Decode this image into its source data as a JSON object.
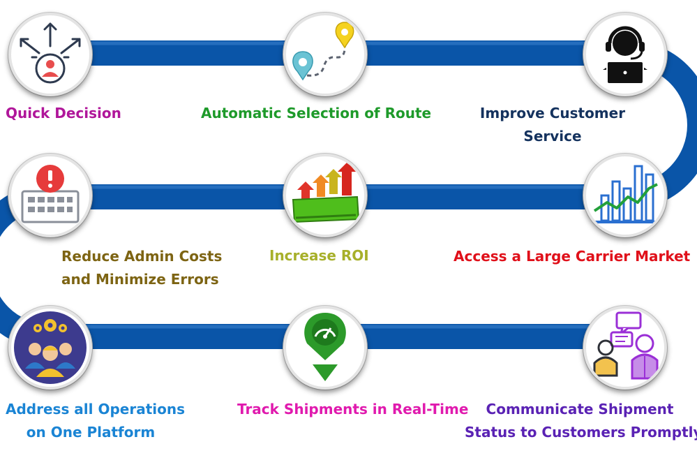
{
  "steps": [
    {
      "id": "quick-decision",
      "label": "Quick Decision",
      "color": "#b0169a",
      "icon": "decision-arrows-person-icon"
    },
    {
      "id": "automatic-route",
      "label": "Automatic Selection of Route",
      "color": "#1e9a2a",
      "icon": "route-map-pins-icon"
    },
    {
      "id": "customer-service",
      "label": "Improve Customer\nService",
      "color": "#14325e",
      "icon": "headset-agent-laptop-icon"
    },
    {
      "id": "carrier-market",
      "label": "Access a Large Carrier Market",
      "color": "#e0101a",
      "icon": "bar-line-chart-icon"
    },
    {
      "id": "increase-roi",
      "label": "Increase ROI",
      "color": "#a7b02a",
      "icon": "roi-growth-arrows-icon"
    },
    {
      "id": "reduce-costs",
      "label": "Reduce Admin Costs\nand Minimize Errors",
      "color": "#7d6413",
      "icon": "keyboard-alert-icon"
    },
    {
      "id": "address-operations",
      "label": "Address all Operations\non One Platform",
      "color": "#1a84d4",
      "icon": "team-gears-icon"
    },
    {
      "id": "track-shipments",
      "label": "Track Shipments in Real-Time",
      "color": "#e01aae",
      "icon": "tracking-pin-gauge-icon"
    },
    {
      "id": "communicate-status",
      "label": "Communicate Shipment\nStatus to Customers Promptly",
      "color": "#5a22b4",
      "icon": "people-chat-bubbles-icon"
    }
  ],
  "colors": {
    "track": "#0a55a8"
  }
}
